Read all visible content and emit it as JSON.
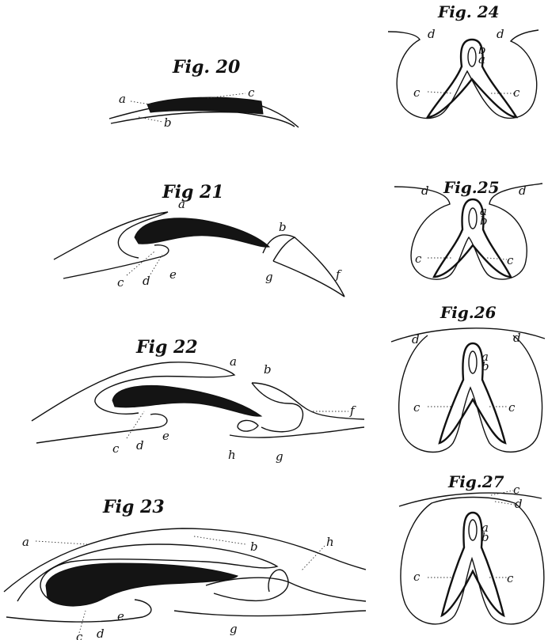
{
  "figures": {
    "fig20": {
      "title": "Fig. 20",
      "labels": {
        "a": "a",
        "b": "b",
        "c": "c"
      }
    },
    "fig21": {
      "title": "Fig 21",
      "labels": {
        "a": "a",
        "b": "b",
        "c": "c",
        "d": "d",
        "e": "e",
        "f": "f",
        "g": "g"
      }
    },
    "fig22": {
      "title": "Fig 22",
      "labels": {
        "a": "a",
        "b": "b",
        "c": "c",
        "d": "d",
        "e": "e",
        "f": "f",
        "g": "g",
        "h": "h"
      }
    },
    "fig23": {
      "title": "Fig 23",
      "labels": {
        "a": "a",
        "b": "b",
        "c": "c",
        "d": "d",
        "e": "e",
        "g": "g",
        "h": "h"
      }
    },
    "fig24": {
      "title": "Fig. 24",
      "labels": {
        "a": "a",
        "b": "b",
        "c1": "c",
        "c2": "c",
        "d1": "d",
        "d2": "d"
      }
    },
    "fig25": {
      "title": "Fig.25",
      "labels": {
        "a": "a",
        "b": "b",
        "c1": "c",
        "c2": "c",
        "d1": "d",
        "d2": "d"
      }
    },
    "fig26": {
      "title": "Fig.26",
      "labels": {
        "a": "a",
        "b": "b",
        "c1": "c",
        "c2": "c",
        "d1": "d",
        "d2": "d"
      }
    },
    "fig27": {
      "title": "Fig.27",
      "labels": {
        "a": "a",
        "b": "b",
        "c1": "c",
        "c2": "c",
        "c3": "c",
        "d": "d"
      }
    }
  }
}
